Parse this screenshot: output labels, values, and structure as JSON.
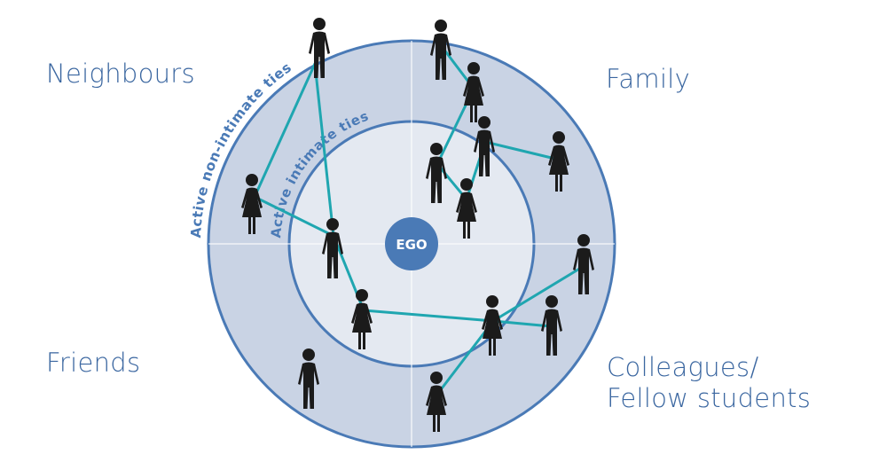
{
  "colors": {
    "ring_outer": "#c9d3e4",
    "ring_inner": "#e4e9f1",
    "ring_stroke": "#4a7ab6",
    "ego_fill": "#4a7ab6",
    "tie_line": "#1fa6b0",
    "person": "#1b1b1b",
    "label_text": "#3a66a0"
  },
  "categories": {
    "neighbours": "Neighbours",
    "family": "Family",
    "friends": "Friends",
    "colleagues_line1": "Colleagues/",
    "colleagues_line2": "Fellow students"
  },
  "rings": {
    "outer_label": "Active non-intimate ties",
    "inner_label": "Active intimate ties"
  },
  "ego": {
    "label": "EGO"
  },
  "people": [
    {
      "id": "p1",
      "gender": "male",
      "group": "neighbours",
      "ring": "outside"
    },
    {
      "id": "p2",
      "gender": "female",
      "group": "neighbours",
      "ring": "non-intimate"
    },
    {
      "id": "p3",
      "gender": "male",
      "group": "neighbours",
      "ring": "intimate"
    },
    {
      "id": "p4",
      "gender": "female",
      "group": "friends",
      "ring": "intimate"
    },
    {
      "id": "p5",
      "gender": "male",
      "group": "friends",
      "ring": "non-intimate"
    },
    {
      "id": "p6",
      "gender": "male",
      "group": "family",
      "ring": "outside"
    },
    {
      "id": "p7",
      "gender": "female",
      "group": "family",
      "ring": "non-intimate"
    },
    {
      "id": "p8",
      "gender": "male",
      "group": "family",
      "ring": "boundary"
    },
    {
      "id": "p9",
      "gender": "male",
      "group": "family",
      "ring": "intimate"
    },
    {
      "id": "p10",
      "gender": "female",
      "group": "family",
      "ring": "intimate"
    },
    {
      "id": "p11",
      "gender": "female",
      "group": "family",
      "ring": "non-intimate"
    },
    {
      "id": "p12",
      "gender": "male",
      "group": "colleagues",
      "ring": "non-intimate"
    },
    {
      "id": "p13",
      "gender": "male",
      "group": "colleagues",
      "ring": "non-intimate"
    },
    {
      "id": "p14",
      "gender": "female",
      "group": "colleagues",
      "ring": "boundary"
    },
    {
      "id": "p15",
      "gender": "female",
      "group": "colleagues",
      "ring": "non-intimate"
    }
  ],
  "ties": [
    [
      "p1",
      "p2"
    ],
    [
      "p1",
      "p3"
    ],
    [
      "p2",
      "p3"
    ],
    [
      "p3",
      "p4"
    ],
    [
      "p4",
      "p14"
    ],
    [
      "p14",
      "p13"
    ],
    [
      "p14",
      "p12"
    ],
    [
      "p14",
      "p15"
    ],
    [
      "p6",
      "p7"
    ],
    [
      "p7",
      "p9"
    ],
    [
      "p9",
      "p10"
    ],
    [
      "p10",
      "p8"
    ],
    [
      "p8",
      "p11"
    ]
  ]
}
